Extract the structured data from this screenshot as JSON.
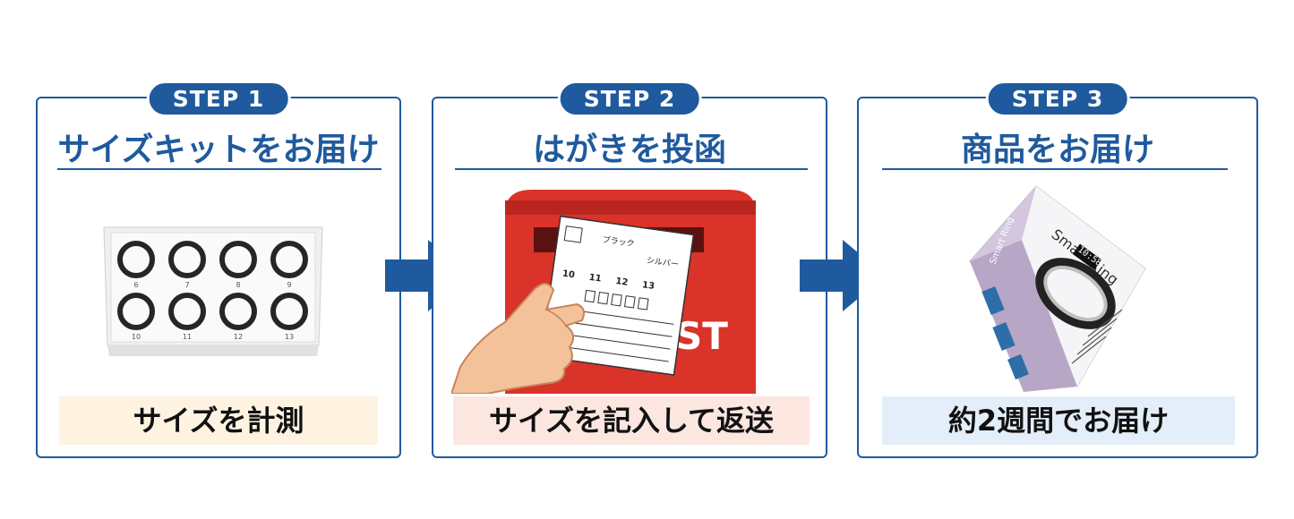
{
  "steps": [
    {
      "badge": "STEP 1",
      "title": "サイズキットをお届け",
      "caption": "サイズを計測",
      "caption_bg": "#fdf3e0",
      "ring_sizes": [
        "6",
        "7",
        "8",
        "9",
        "10",
        "11",
        "12",
        "13"
      ]
    },
    {
      "badge": "STEP 2",
      "title": "はがきを投函",
      "caption": "サイズを記入して返送",
      "caption_bg": "#fbe6e0",
      "postbox_text": "ST",
      "card_labels": [
        "ブラック",
        "シルバー"
      ],
      "card_sizes": [
        "10",
        "11",
        "12",
        "13"
      ]
    },
    {
      "badge": "STEP 3",
      "title": "商品をお届け",
      "caption": "約2週間でお届け",
      "caption_bg": "#e3eef8",
      "box_text": "Smart Ring",
      "box_side_text": "Smart Ring",
      "band_display": "10:58"
    }
  ],
  "colors": {
    "accent": "#1f5a9e",
    "postbox": "#d9332a"
  }
}
